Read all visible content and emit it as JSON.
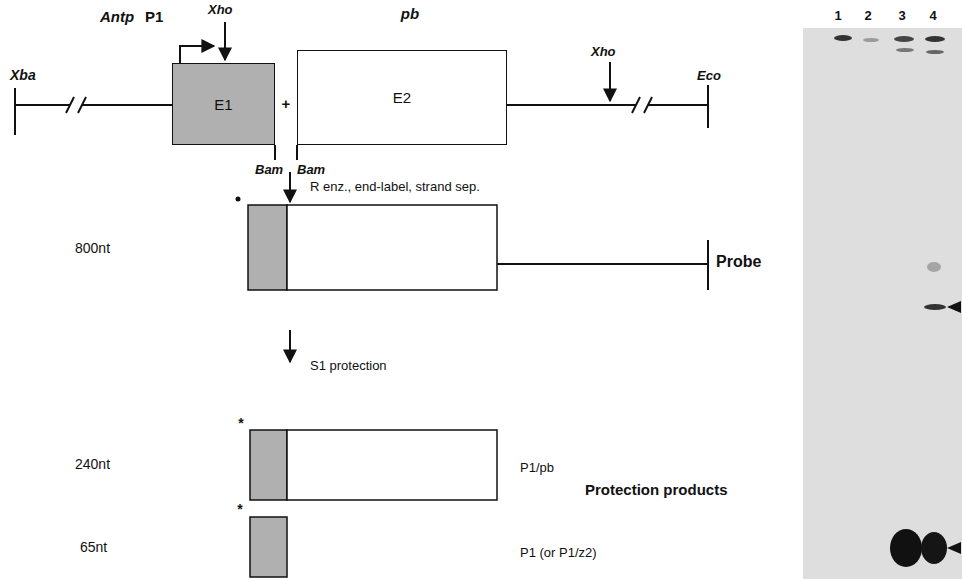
{
  "diagram": {
    "nodes": [
      {
        "text": [
          "E1"
        ]
      },
      {
        "text": [
          "E2"
        ]
      }
    ],
    "edges": [],
    "labels": [
      "Xba",
      "Antp",
      "P1",
      "Xho",
      "pb",
      "Xho",
      "Eco",
      "+",
      "Bam",
      "Bam",
      "R enz.,   end-label, strand sep.",
      "800nt",
      "Probe",
      "S1 protection",
      "240nt",
      "*",
      "P1/pb",
      "65nt",
      "*",
      "P1 (or P1/z2)",
      "Protection products",
      "1",
      "2",
      "3",
      "4"
    ]
  }
}
